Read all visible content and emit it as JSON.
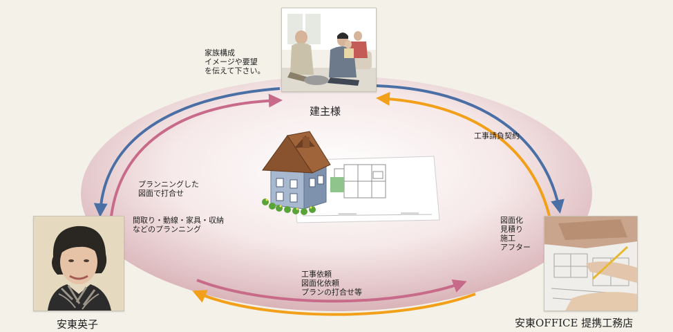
{
  "nodes": {
    "client": {
      "label": "建主様",
      "photo": "family-photo"
    },
    "designer": {
      "label": "安東英子",
      "photo": "designer-portrait"
    },
    "office": {
      "label": "安東OFFICE 提携工務店",
      "photo": "blueprint-photo"
    }
  },
  "notes": {
    "client_to_designer": [
      "家族構成",
      "イメージや要望",
      "を伝えて下さい。"
    ],
    "designer_to_client": [
      "プランニングした",
      "図面で打合せ"
    ],
    "designer_work": [
      "間取り・動線・家具・収納",
      "などのプランニング"
    ],
    "client_office": [
      "工事請負契約"
    ],
    "office_work": [
      "図面化",
      "見積り",
      "施工",
      "アフター"
    ],
    "designer_office": [
      "工事依頼",
      "図面化依頼",
      "プランの打合せ等"
    ]
  },
  "colors": {
    "blue_arrow": "#4a6fa5",
    "pink_arrow": "#c86a8a",
    "orange_arrow": "#f2a019",
    "ellipse": "#d9b3b8"
  },
  "center_image": "house-with-floorplan-icon"
}
